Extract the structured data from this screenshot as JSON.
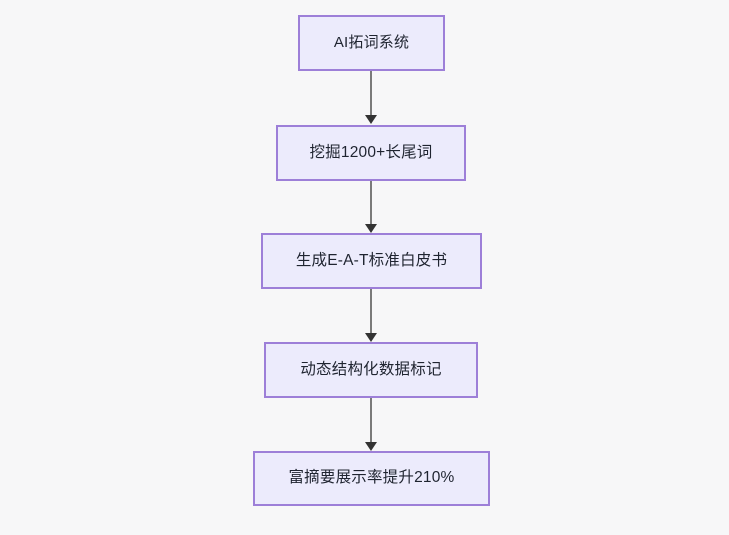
{
  "diagram": {
    "type": "flowchart",
    "direction": "top-to-bottom",
    "background_color": "#f7f7f8",
    "node_fill_color": "#ecebfc",
    "node_border_color": "#9d7fd8",
    "node_text_color": "#1f2430",
    "edge_color": "#7a7a7a",
    "arrowhead_color": "#333333",
    "nodes": [
      {
        "id": "n1",
        "label": "AI拓词系统"
      },
      {
        "id": "n2",
        "label": "挖掘1200+长尾词"
      },
      {
        "id": "n3",
        "label": "生成E-A-T标准白皮书"
      },
      {
        "id": "n4",
        "label": "动态结构化数据标记"
      },
      {
        "id": "n5",
        "label": "富摘要展示率提升210%"
      }
    ],
    "edges": [
      {
        "from": "n1",
        "to": "n2",
        "label": ""
      },
      {
        "from": "n2",
        "to": "n3",
        "label": ""
      },
      {
        "from": "n3",
        "to": "n4",
        "label": ""
      },
      {
        "from": "n4",
        "to": "n5",
        "label": ""
      }
    ]
  }
}
